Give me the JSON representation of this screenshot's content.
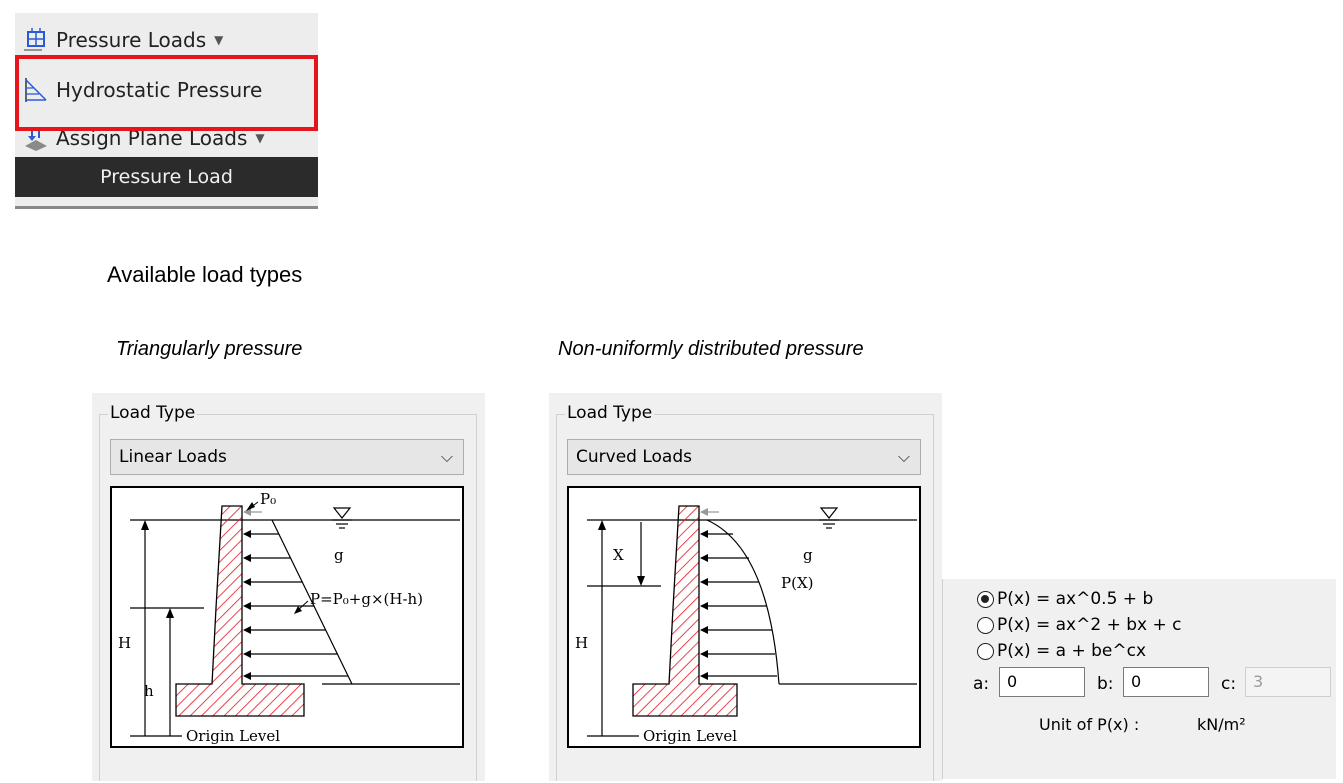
{
  "ribbon": {
    "pressure_loads": "Pressure Loads",
    "hydrostatic": "Hydrostatic Pressure",
    "assign_plane": "Assign Plane Loads",
    "group": "Pressure Load",
    "accent": "#e8141b"
  },
  "heading": "Available load types",
  "captions": {
    "left": "Triangularly pressure",
    "right": "Non-uniformly distributed pressure"
  },
  "linear_panel": {
    "title": "Load Type",
    "selected": "Linear Loads",
    "labels": {
      "p0": "P₀",
      "g": "g",
      "formula": "P=P₀+g×(H-h)",
      "H": "H",
      "h": "h",
      "origin": "Origin Level"
    }
  },
  "curved_panel": {
    "title": "Load Type",
    "selected": "Curved Loads",
    "labels": {
      "x": "X",
      "g": "g",
      "px": "P(X)",
      "H": "H",
      "origin": "Origin Level"
    }
  },
  "formula_panel": {
    "options": [
      {
        "label": "P(x) = ax^0.5 + b",
        "selected": true
      },
      {
        "label": "P(x) = ax^2 + bx + c",
        "selected": false
      },
      {
        "label": "P(x) = a + be^cx",
        "selected": false
      }
    ],
    "a_label": "a:",
    "a_value": "0",
    "b_label": "b:",
    "b_value": "0",
    "c_label": "c:",
    "c_value": "3",
    "unit_label": "Unit of P(x) :",
    "unit_value": "kN/m²"
  }
}
